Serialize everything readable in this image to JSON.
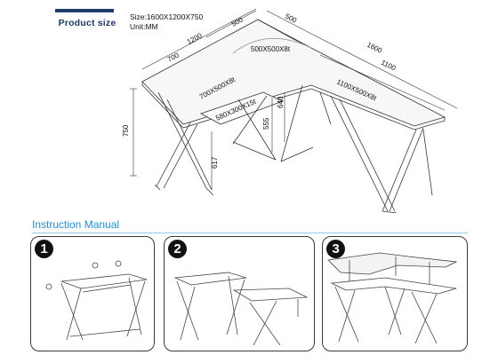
{
  "header": {
    "product_size_label": "Product size"
  },
  "specs": {
    "size": "Size:1600X1200X750",
    "unit": "Unit:MM"
  },
  "dimensions": {
    "top_left": "500",
    "top_right": "500",
    "left_long": "1200",
    "left_short": "700",
    "right_long": "1600",
    "right_short": "1100",
    "center_panel": "500X500X8t",
    "left_panel": "700X500X8t",
    "right_panel": "1100X500X8t",
    "keyboard_tray": "580X300X15t",
    "height_total": "750",
    "height_leg": "617",
    "tray_depth": "555",
    "tray_width": "640"
  },
  "manual": {
    "title": "Instruction Manual",
    "steps": [
      "1",
      "2",
      "3"
    ]
  },
  "colors": {
    "header_bar": "#1f3a68",
    "manual_title": "#1e8fd6"
  }
}
